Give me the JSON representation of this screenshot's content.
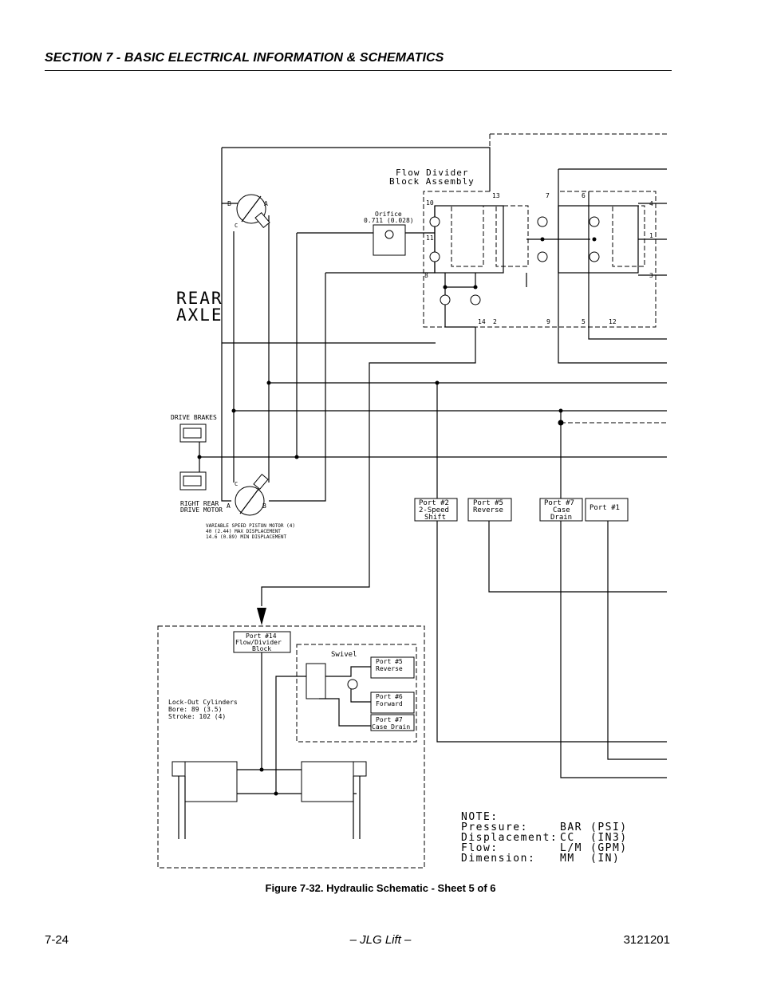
{
  "header": {
    "section_title": "SECTION 7 - BASIC ELECTRICAL INFORMATION & SCHEMATICS"
  },
  "schematic": {
    "rear_axle": [
      "REAR",
      "AXLE"
    ],
    "flow_divider": [
      "Flow Divider",
      "Block Assembly"
    ],
    "orifice": [
      "Orifice",
      "0.711 (0.028)"
    ],
    "drive_brakes": "DRIVE BRAKES",
    "right_rear_drive_motor": [
      "RIGHT REAR",
      "DRIVE MOTOR"
    ],
    "motor_spec": [
      "VARIABLE SPEED PISTON MOTOR (4)",
      "40 (2.44) MAX DISPLACEMENT",
      "14.6 (0.89) MIN DISPLACEMENT"
    ],
    "motor_port_b_top": "B",
    "motor_port_a_top": "A",
    "motor_port_c_top": "C",
    "motor_port_c_bottom": "C",
    "motor_port_a_bottom": "A",
    "motor_port_b_bottom": "B",
    "block_ports": {
      "p10": "10",
      "p13": "13",
      "p7": "7",
      "p6": "6",
      "p4": "4",
      "p11": "11",
      "p1": "1",
      "p8": "8",
      "p3": "3",
      "p14": "14",
      "p2": "2",
      "p9": "9",
      "p5": "5",
      "p12": "12"
    },
    "port2": [
      "Port #2",
      "2-Speed",
      "Shift"
    ],
    "port5_main": [
      "Port #5",
      "Reverse"
    ],
    "port7_main": [
      "Port #7",
      "Case",
      "Drain"
    ],
    "port1": "Port #1",
    "port14": [
      "Port #14",
      "Flow/Divider",
      "Block"
    ],
    "swivel": "Swivel",
    "swivel_port5": [
      "Port #5",
      "Reverse"
    ],
    "swivel_port6": [
      "Port #6",
      "Forward"
    ],
    "swivel_port7": [
      "Port #7",
      "Case Drain"
    ],
    "lockout": [
      "Lock-Out Cylinders",
      "Bore: 89 (3.5)",
      "Stroke: 102 (4)"
    ],
    "note": {
      "title": "NOTE:",
      "rows": [
        [
          "Pressure:",
          "BAR",
          "(PSI)"
        ],
        [
          "Displacement:",
          "CC",
          "(IN3)"
        ],
        [
          "Flow:",
          "L/M",
          "(GPM)"
        ],
        [
          "Dimension:",
          "MM",
          "(IN)"
        ]
      ]
    }
  },
  "caption": "Figure 7-32.  Hydraulic Schematic - Sheet 5 of 6",
  "footer": {
    "page_number": "7-24",
    "center": "– JLG Lift –",
    "doc_number": "3121201"
  }
}
